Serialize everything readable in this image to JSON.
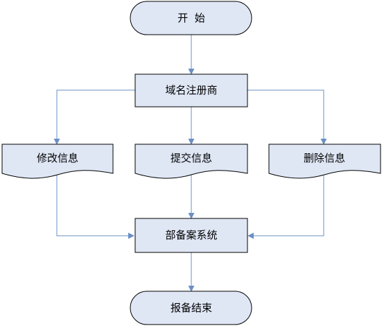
{
  "colors": {
    "fill": "#dfe7f5",
    "stroke": "#000000",
    "connector": "#6a8fc4"
  },
  "nodes": {
    "start": {
      "label": "开  始",
      "shape": "terminator"
    },
    "registrar": {
      "label": "域名注册商",
      "shape": "process"
    },
    "modify": {
      "label": "修改信息",
      "shape": "document"
    },
    "submit": {
      "label": "提交信息",
      "shape": "document"
    },
    "delete": {
      "label": "删除信息",
      "shape": "document"
    },
    "filing_system": {
      "label": "部备案系统",
      "shape": "process"
    },
    "end": {
      "label": "报备结束",
      "shape": "terminator"
    }
  },
  "edges": [
    {
      "from": "start",
      "to": "registrar"
    },
    {
      "from": "registrar",
      "to": "modify"
    },
    {
      "from": "registrar",
      "to": "submit"
    },
    {
      "from": "registrar",
      "to": "delete"
    },
    {
      "from": "modify",
      "to": "filing_system"
    },
    {
      "from": "submit",
      "to": "filing_system"
    },
    {
      "from": "delete",
      "to": "filing_system"
    },
    {
      "from": "filing_system",
      "to": "end"
    }
  ]
}
